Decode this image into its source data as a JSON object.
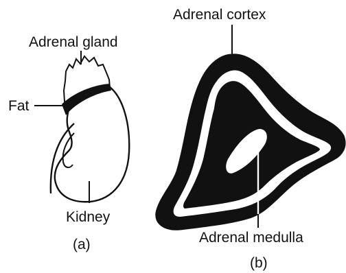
{
  "figure_a": {
    "panel_label": "(a)",
    "labels": {
      "adrenal_gland": "Adrenal gland",
      "fat": "Fat",
      "kidney": "Kidney"
    }
  },
  "figure_b": {
    "panel_label": "(b)",
    "labels": {
      "adrenal_cortex": "Adrenal cortex",
      "adrenal_medulla": "Adrenal medulla"
    }
  },
  "colors": {
    "ink": "#111111",
    "background": "#ffffff"
  }
}
